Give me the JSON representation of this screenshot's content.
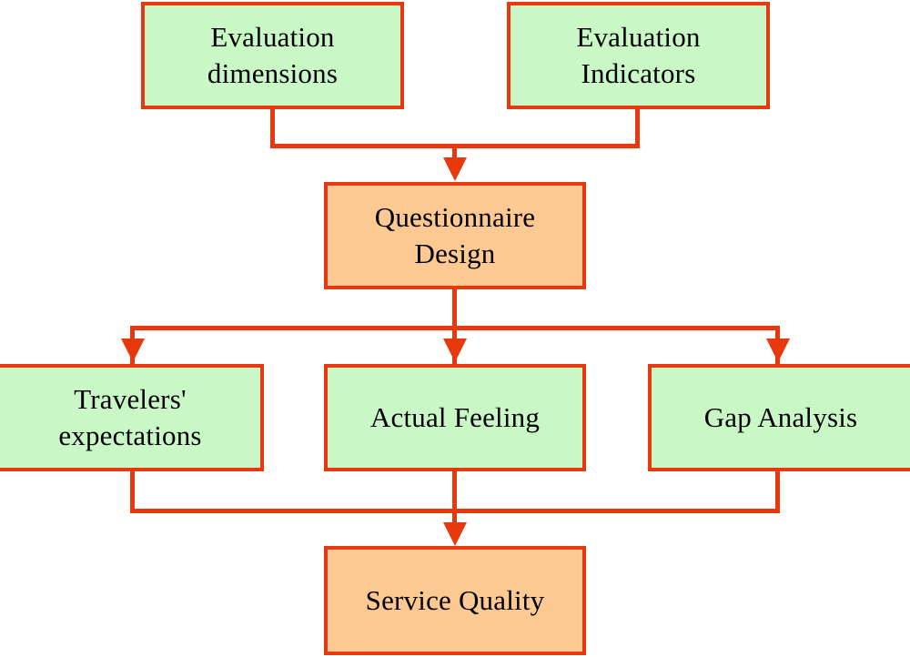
{
  "diagram": {
    "title_text": "",
    "colors": {
      "edge": "#e8380d",
      "node_fill_green": "#c9f8c6",
      "node_fill_peach": "#fdc993",
      "text": "#000000",
      "background": "#ffffff"
    },
    "nodes": [
      {
        "id": "evaluation-dimensions",
        "label": "Evaluation dimensions",
        "fill": "green"
      },
      {
        "id": "evaluation-indicators",
        "label": "Evaluation Indicators",
        "fill": "green"
      },
      {
        "id": "questionnaire-design",
        "label": "Questionnaire Design",
        "fill": "peach"
      },
      {
        "id": "travelers-expectations",
        "label": "Travelers' expectations",
        "fill": "green"
      },
      {
        "id": "actual-feeling",
        "label": "Actual Feeling",
        "fill": "green"
      },
      {
        "id": "gap-analysis",
        "label": "Gap Analysis",
        "fill": "green"
      },
      {
        "id": "service-quality",
        "label": "Service Quality",
        "fill": "peach"
      }
    ],
    "edges": [
      {
        "from": "evaluation-dimensions",
        "to": "questionnaire-design",
        "arrow": true
      },
      {
        "from": "evaluation-indicators",
        "to": "questionnaire-design",
        "arrow": true
      },
      {
        "from": "questionnaire-design",
        "to": "travelers-expectations",
        "arrow": true
      },
      {
        "from": "questionnaire-design",
        "to": "actual-feeling",
        "arrow": true
      },
      {
        "from": "questionnaire-design",
        "to": "gap-analysis",
        "arrow": true
      },
      {
        "from": "travelers-expectations",
        "to": "service-quality",
        "arrow": true
      },
      {
        "from": "actual-feeling",
        "to": "service-quality",
        "arrow": true
      },
      {
        "from": "gap-analysis",
        "to": "service-quality",
        "arrow": true
      }
    ]
  }
}
